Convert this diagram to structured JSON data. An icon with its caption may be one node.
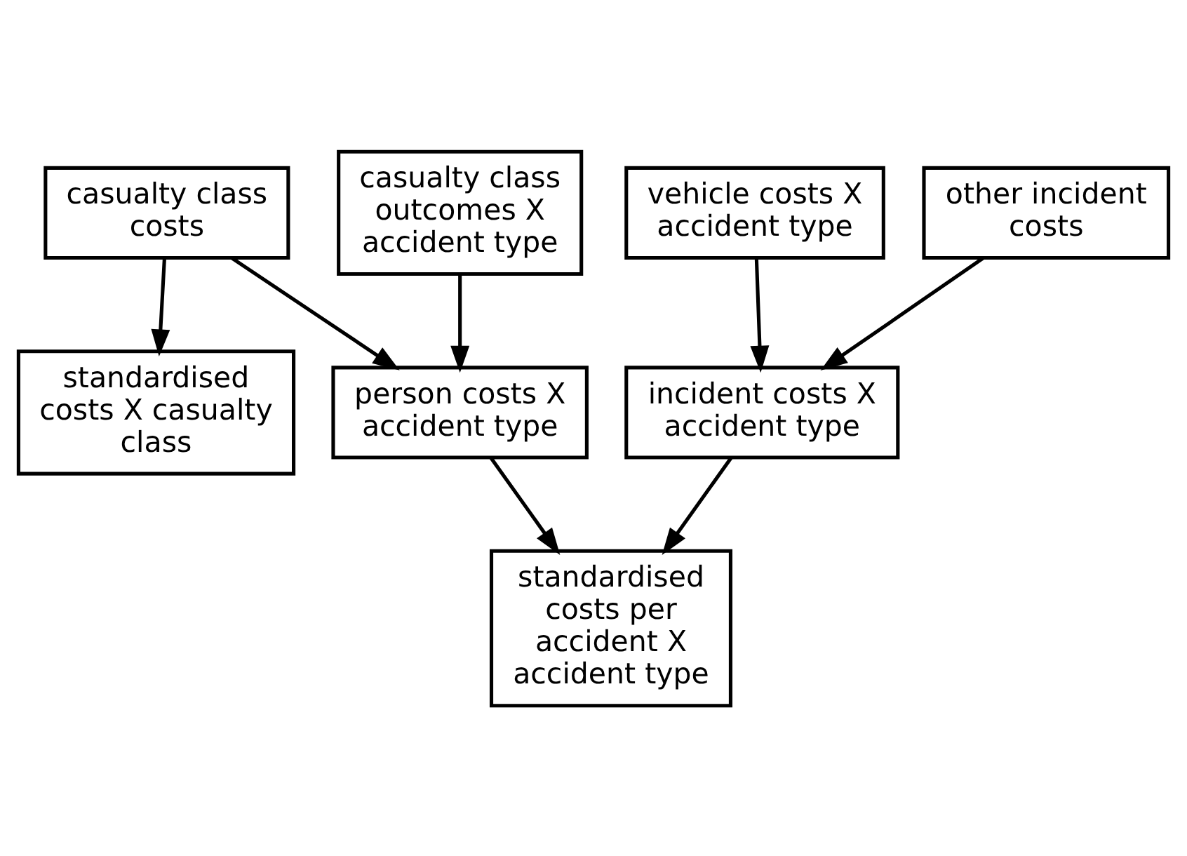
{
  "diagram": {
    "nodes": [
      {
        "text": [
          "casualty class costs"
        ]
      },
      {
        "text": [
          "casualty class outcomes X accident type"
        ]
      },
      {
        "text": [
          "vehicle costs X accident type"
        ]
      },
      {
        "text": [
          "other incident costs"
        ]
      },
      {
        "text": [
          "person costs X accident type"
        ]
      },
      {
        "text": [
          "incident costs X accident type"
        ]
      },
      {
        "text": [
          "standardised costs X casualty class"
        ]
      },
      {
        "text": [
          "standardised costs per accident X accident type"
        ]
      }
    ],
    "edges": [
      {
        "from": 0,
        "to": 4,
        "arrow": "to"
      },
      {
        "from": 1,
        "to": 4,
        "arrow": "to"
      },
      {
        "from": 2,
        "to": 5,
        "arrow": "to"
      },
      {
        "from": 3,
        "to": 5,
        "arrow": "to"
      },
      {
        "from": 0,
        "to": 6,
        "arrow": "to"
      },
      {
        "from": 4,
        "to": 7,
        "arrow": "to"
      },
      {
        "from": 5,
        "to": 7,
        "arrow": "to"
      }
    ]
  }
}
